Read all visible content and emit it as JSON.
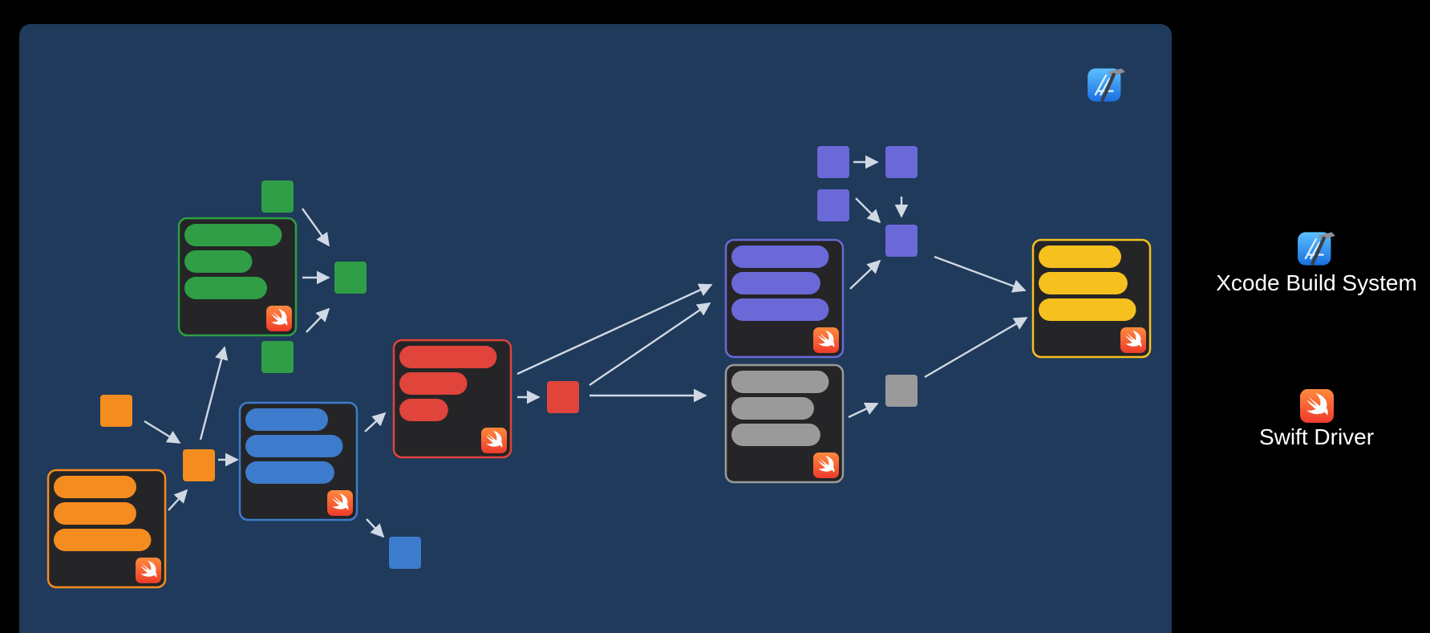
{
  "colors": {
    "background": "#000000",
    "panel": "#1f3a5a",
    "job_fill": "#252527",
    "orange": "#f48c1f",
    "green": "#2f9e47",
    "blue": "#3d7ccc",
    "red": "#e0443a",
    "purple": "#6b68d8",
    "gray": "#9a9a9a",
    "yellow": "#f6c01e",
    "arrow": "#d0d8e4"
  },
  "legend": {
    "xcode": {
      "icon": "xcode-icon",
      "label": "Xcode Build System"
    },
    "swift": {
      "icon": "swift-icon",
      "label": "Swift Driver"
    }
  },
  "panel_icon": "xcode-icon",
  "jobs": [
    {
      "name": "orange",
      "color": "orange",
      "bars": [
        0.78,
        0.78,
        0.92
      ],
      "icon": "swift-icon"
    },
    {
      "name": "green",
      "color": "green",
      "bars": [
        0.92,
        0.64,
        0.78
      ],
      "icon": "swift-icon"
    },
    {
      "name": "blue",
      "color": "blue",
      "bars": [
        0.78,
        0.92,
        0.84
      ],
      "icon": "swift-icon"
    },
    {
      "name": "red",
      "color": "red",
      "bars": [
        0.92,
        0.64,
        0.46
      ],
      "icon": "swift-icon"
    },
    {
      "name": "purple",
      "color": "purple",
      "bars": [
        0.92,
        0.84,
        0.92
      ],
      "icon": "swift-icon"
    },
    {
      "name": "gray",
      "color": "gray",
      "bars": [
        0.92,
        0.78,
        0.84
      ],
      "icon": "swift-icon"
    },
    {
      "name": "yellow",
      "color": "yellow",
      "bars": [
        0.78,
        0.84,
        0.92
      ],
      "icon": "swift-icon"
    }
  ],
  "artifacts": [
    {
      "name": "orange-input",
      "color": "orange"
    },
    {
      "name": "orange-output",
      "color": "orange"
    },
    {
      "name": "green-top",
      "color": "green"
    },
    {
      "name": "green-output",
      "color": "green"
    },
    {
      "name": "green-bottom",
      "color": "green"
    },
    {
      "name": "blue-output",
      "color": "blue"
    },
    {
      "name": "red-output",
      "color": "red"
    },
    {
      "name": "purple-a",
      "color": "purple"
    },
    {
      "name": "purple-b",
      "color": "purple"
    },
    {
      "name": "purple-c",
      "color": "purple"
    },
    {
      "name": "purple-output",
      "color": "purple"
    },
    {
      "name": "gray-output",
      "color": "gray"
    }
  ]
}
